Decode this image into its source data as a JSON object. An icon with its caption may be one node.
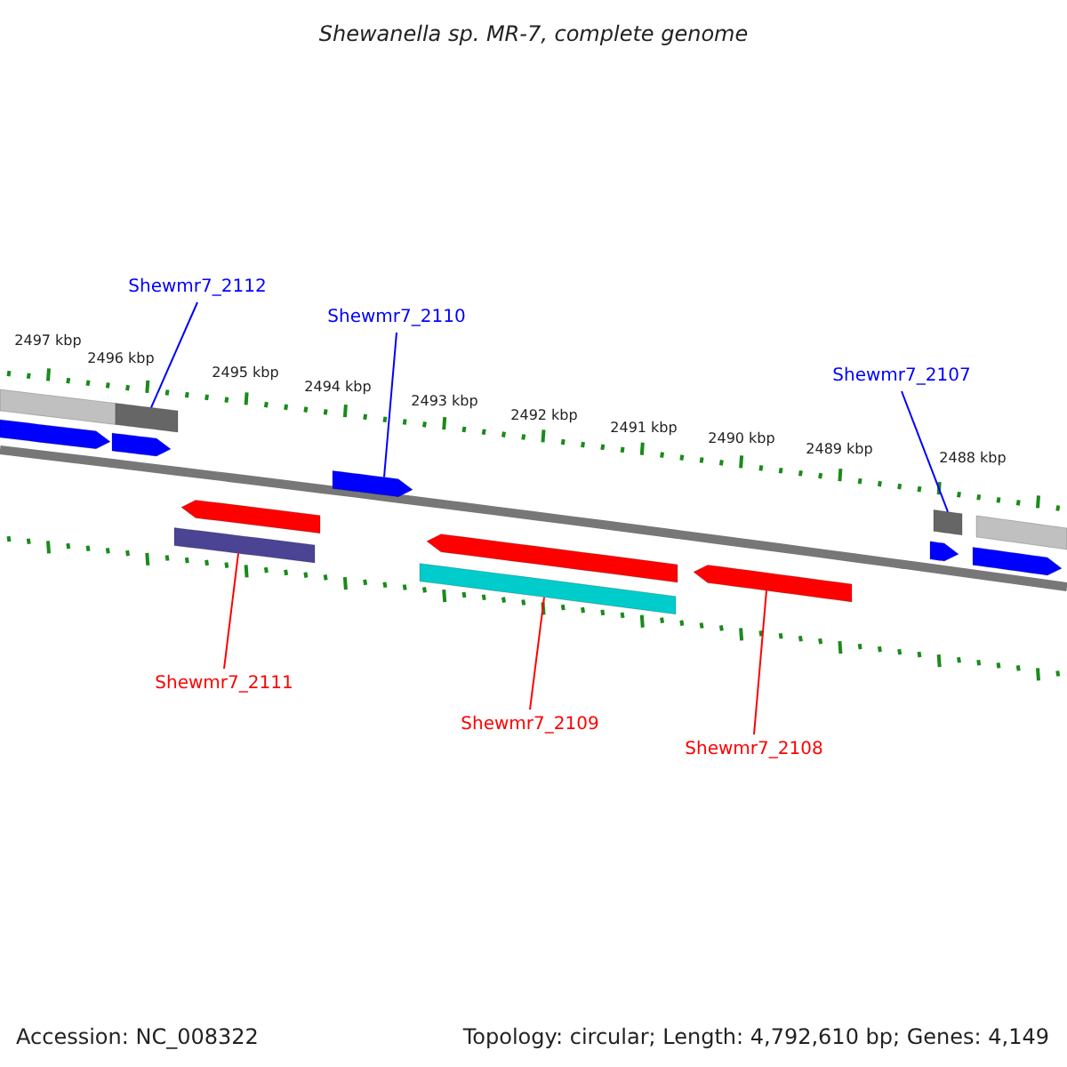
{
  "diagram": {
    "title": "Shewanella sp. MR-7, complete genome",
    "nodes": [
      {
        "text": [
          "Shewmr7_2112"
        ]
      },
      {
        "text": [
          "Shewmr7_2110"
        ]
      },
      {
        "text": [
          "Shewmr7_2107"
        ]
      },
      {
        "text": [
          "Shewmr7_2111"
        ]
      },
      {
        "text": [
          "Shewmr7_2109"
        ]
      },
      {
        "text": [
          "Shewmr7_2108"
        ]
      },
      {
        "text": [],
        "shape": "bar"
      },
      {
        "text": [],
        "shape": "arrow"
      },
      {
        "text": [],
        "shape": "arrow"
      },
      {
        "text": [],
        "shape": "bar"
      },
      {
        "text": [],
        "shape": "bar"
      },
      {
        "text": [],
        "shape": "arrow"
      },
      {
        "text": [],
        "shape": "arrow"
      },
      {
        "text": [],
        "shape": "bar"
      },
      {
        "text": [],
        "shape": "arrow"
      },
      {
        "text": [],
        "shape": "arrow"
      },
      {
        "text": [],
        "shape": "arrow"
      },
      {
        "text": [],
        "shape": "bar"
      },
      {
        "text": [],
        "shape": "arrow"
      },
      {
        "text": [],
        "shape": "bar"
      }
    ],
    "edges": [
      {
        "from": 0,
        "to": 9,
        "arrow": "none",
        "color": "#0000ff"
      },
      {
        "from": 1,
        "to": 12,
        "arrow": "none",
        "color": "#0000ff"
      },
      {
        "from": 2,
        "to": 17,
        "arrow": "none",
        "color": "#0000ff"
      },
      {
        "from": 3,
        "to": 10,
        "arrow": "none",
        "color": "#ff0000"
      },
      {
        "from": 4,
        "to": 13,
        "arrow": "none",
        "color": "#ff0000"
      },
      {
        "from": 5,
        "to": 15,
        "arrow": "none",
        "color": "#ff0000"
      }
    ],
    "labels": [
      "2497 kbp",
      "2496 kbp",
      "2495 kbp",
      "2494 kbp",
      "2493 kbp",
      "2492 kbp",
      "2491 kbp",
      "2490 kbp",
      "2489 kbp",
      "2488 kbp",
      "Accession: NC_008322",
      "Topology: circular; Length: 4,792,610 bp; Genes: 4,149"
    ]
  }
}
